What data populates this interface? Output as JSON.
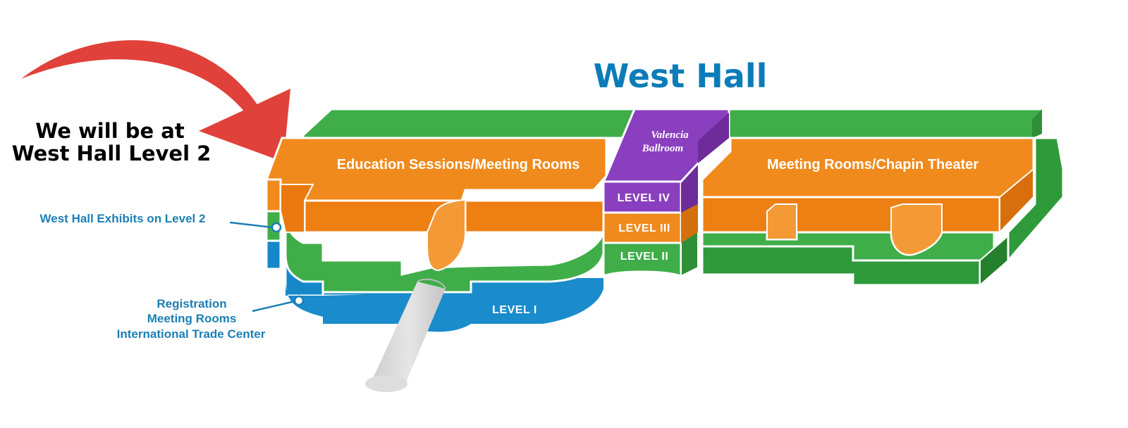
{
  "diagram": {
    "title": "West Hall",
    "callout": {
      "line1": "We will be at",
      "line2": "West Hall Level 2"
    },
    "rooms": {
      "left": "Education Sessions/Meeting Rooms",
      "right": "Meeting Rooms/Chapin Theater",
      "ballroom_line1": "Valencia",
      "ballroom_line2": "Ballroom"
    },
    "levels": {
      "iv": "LEVEL IV",
      "iii": "LEVEL III",
      "ii": "LEVEL II",
      "i": "LEVEL I"
    },
    "annotations": {
      "exhibits": "West Hall Exhibits on Level 2",
      "registration_line1": "Registration",
      "registration_line2": "Meeting Rooms",
      "registration_line3": "International Trade Center"
    },
    "colors": {
      "green": "#3fae49",
      "orange": "#f08a1c",
      "purple": "#8a3fbf",
      "blue": "#1688c9",
      "title_blue": "#0c7cb8",
      "arrow_red": "#e0413a"
    }
  }
}
